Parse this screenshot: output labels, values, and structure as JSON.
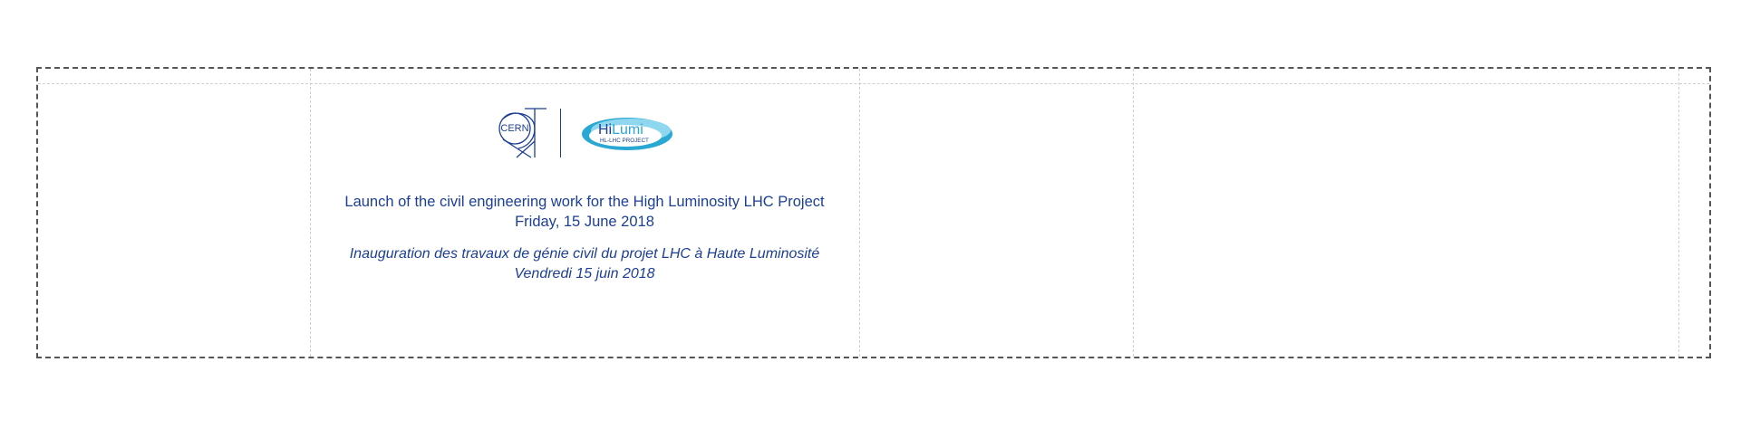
{
  "logos": {
    "cern": {
      "icon": "cern-logo-icon",
      "wordmark": "CERN",
      "color": "#1c3f94"
    },
    "hilumi": {
      "icon": "hilumi-logo-icon",
      "wordmark_hi": "Hi",
      "wordmark_lumi": "Lumi",
      "tagline": "HL-LHC PROJECT",
      "colors": {
        "dark": "#1c3f94",
        "swoosh": "#2aa8d4",
        "light": "#8fd6ef"
      }
    }
  },
  "english": {
    "line1": "Launch of the civil engineering work for the High Luminosity LHC Project",
    "line2": "Friday, 15 June 2018"
  },
  "french": {
    "line1": "Inauguration des travaux de génie civil du projet LHC à Haute Luminosité",
    "line2": "Vendredi 15 juin 2018"
  },
  "colors": {
    "text": "#1c3f94",
    "cut_line": "#555555",
    "fold_line": "#cfcfcf"
  }
}
